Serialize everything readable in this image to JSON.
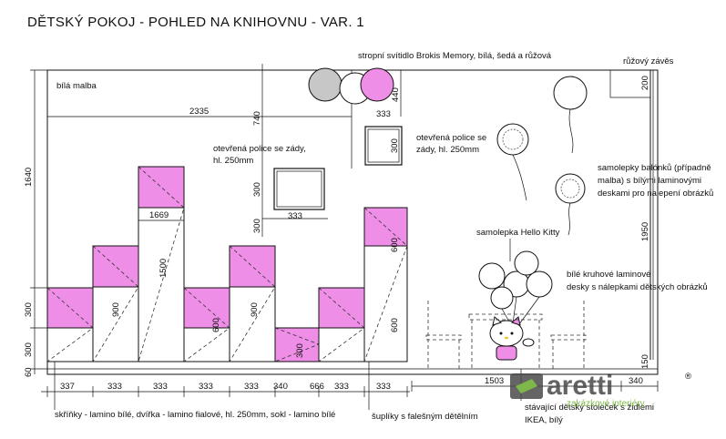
{
  "title": "DĚTSKÝ POKOJ - POHLED NA KNIHOVNU - VAR. 1",
  "notes": {
    "wall": "bílá malba",
    "lamp": "stropní svítidlo Brokis Memory, bílá, šedá a růžová",
    "curtain": "růžový závěs",
    "shelf_left_1": "otevřená police se zády,",
    "shelf_left_2": "hl. 250mm",
    "shelf_right_1": "otevřená police se",
    "shelf_right_2": "zády, hl. 250mm",
    "stickers_1": "samolepky balónků (případně",
    "stickers_2": "malba) s bílými laminovými",
    "stickers_3": "deskami pro nalepení obrázků",
    "kitty": "samolepka Hello Kitty",
    "round_boards_1": "bílé kruhové laminové",
    "round_boards_2": "desky s nálepkami dětských obrázků",
    "cabinets": "skříňky - lamino bílé, dvířka - lamino fialové, hl. 250mm, sokl - lamino bílé",
    "drawers": "šuplíky s falešným dětělním",
    "table_1": "stávající dětský stoleček s židlemi",
    "table_2": "IKEA, bílý"
  },
  "dims": {
    "d1640": "1640",
    "d2335": "2335",
    "d740": "740",
    "d440": "440",
    "d333_top": "333",
    "d300_shelf": "300",
    "d300_left_shelf": "300",
    "d333_shelf": "333",
    "d1669": "1669",
    "d1500": "1500",
    "d900_a": "900",
    "d900_b": "900",
    "d300_right": "300",
    "d600_a": "600",
    "d600_b": "600",
    "d600_c": "600",
    "d300_drawer": "300",
    "d300_l1": "300",
    "d300_l2": "300",
    "d60": "60",
    "b337": "337",
    "b333_1": "333",
    "b333_2": "333",
    "b333_3": "333",
    "b333_4": "333",
    "b340": "340",
    "b666": "666",
    "b333_5": "333",
    "b333_6": "333",
    "b1503": "1503",
    "b340_r": "340",
    "d200": "200",
    "d1950": "1950",
    "d150": "150"
  },
  "logo": {
    "name": "aretti",
    "registered": "®",
    "tagline": "zakázkové interiéry"
  },
  "colors": {
    "door_pink": "#ee8ee6",
    "logo_green": "#7fb84a",
    "logo_gray": "#4a4a4a"
  }
}
